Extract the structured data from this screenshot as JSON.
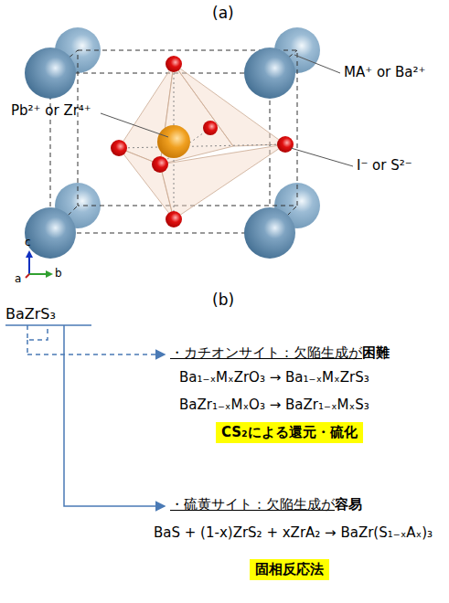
{
  "diagram": {
    "nodes": [
      {
        "text": [
          "CS₂による還元・硫化"
        ]
      },
      {
        "text": [
          "固相反応法"
        ]
      }
    ],
    "labels": [
      "(a)",
      "MA⁺ or Ba²⁺",
      "Pb²⁺ or Zr⁴⁺",
      "I⁻ or S²⁻",
      "c",
      "a",
      "b",
      "(b)",
      "BaZrS₃",
      "・カチオンサイト：欠陥生成が",
      "困難",
      "Ba₁₋ₓMₓZrO₃ → Ba₁₋ₓMₓZrS₃",
      "BaZr₁₋ₓMₓO₃ → BaZr₁₋ₓMₓS₃",
      "・硫黄サイト：欠陥生成が",
      "容易",
      "BaS + (1-x)ZrS₂ + xZrA₂ → BaZr(S₁₋ₓAₓ)₃"
    ]
  }
}
